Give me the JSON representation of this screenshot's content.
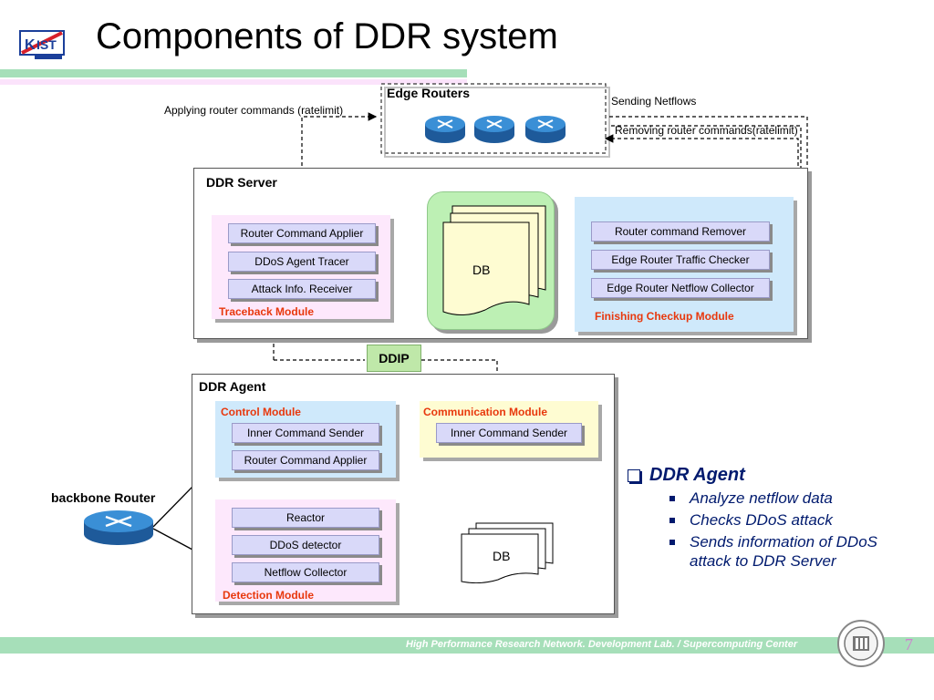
{
  "title": "Components of DDR system",
  "edge_routers": {
    "label": "Edge Routers",
    "left_caption": "Applying router commands (ratelimit)",
    "right_caption_top": "Sending Netflows",
    "right_caption_bottom": "Removing router commands(ratelimit)"
  },
  "ddr_server": {
    "label": "DDR Server",
    "traceback": {
      "title": "Traceback Module",
      "items": [
        "Router Command Applier",
        "DDoS Agent Tracer",
        "Attack Info. Receiver"
      ]
    },
    "db_label": "DB",
    "finishing": {
      "title": "Finishing Checkup Module",
      "items": [
        "Router command Remover",
        "Edge Router Traffic Checker",
        "Edge Router Netflow Collector"
      ]
    }
  },
  "ddip_label": "DDIP",
  "ddr_agent": {
    "label": "DDR Agent",
    "control": {
      "title": "Control Module",
      "items": [
        "Inner Command Sender",
        "Router Command Applier"
      ]
    },
    "communication": {
      "title": "Communication Module",
      "items": [
        "Inner Command Sender"
      ]
    },
    "detection": {
      "title": "Detection Module",
      "items": [
        "Reactor",
        "DDoS detector",
        "Netflow Collector"
      ]
    },
    "db_label": "DB"
  },
  "backbone_router_label": "backbone Router",
  "bullets": {
    "heading": "DDR Agent",
    "items": [
      "Analyze netflow data",
      "Checks DDoS attack",
      "Sends information of DDoS attack to DDR Server"
    ]
  },
  "footer": {
    "text": "High Performance Research Network. Development Lab. / Supercomputing Center",
    "page": "7"
  },
  "colors": {
    "accent_green": "#a6dfb9",
    "module_title_red": "#e8380d",
    "box_lavender": "#d9d9f9",
    "text_navy": "#001a6e"
  }
}
